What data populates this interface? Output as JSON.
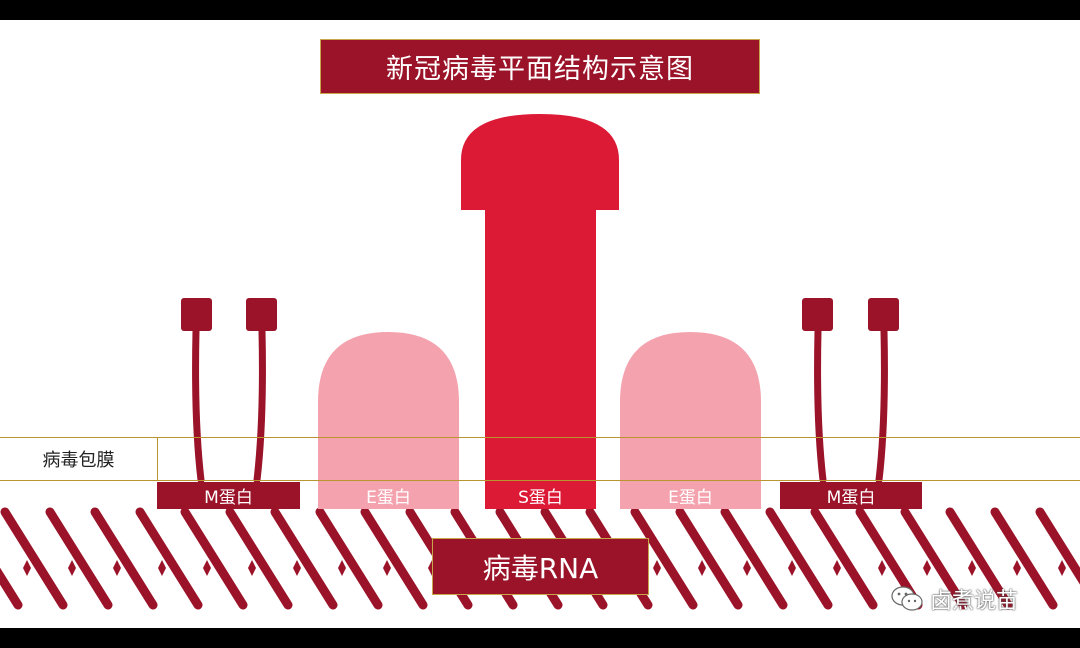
{
  "title": "新冠病毒平面结构示意图",
  "membrane_label": "病毒包膜",
  "proteins": [
    {
      "label": "M蛋白",
      "kind": "m"
    },
    {
      "label": "E蛋白",
      "kind": "e"
    },
    {
      "label": "S蛋白",
      "kind": "s"
    },
    {
      "label": "E蛋白",
      "kind": "e"
    },
    {
      "label": "M蛋白",
      "kind": "m"
    }
  ],
  "rna_label": "病毒RNA",
  "watermark": "卤煮说苗",
  "colors": {
    "dark_red": "#9b1328",
    "red": "#dd1a36",
    "pink": "#f4a3ae",
    "gold": "#c8a64a"
  }
}
